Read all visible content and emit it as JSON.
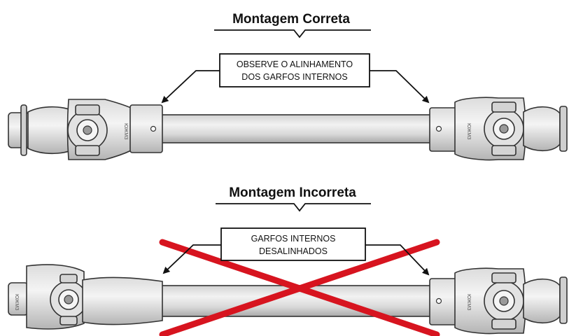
{
  "correct": {
    "heading": "Montagem Correta",
    "callout_line1": "OBSERVE O ALINHAMENTO",
    "callout_line2": "DOS GARFOS INTERNOS",
    "yoke_stamp": "ЮЖМЗ"
  },
  "incorrect": {
    "heading": "Montagem Incorreta",
    "callout_line1": "GARFOS INTERNOS",
    "callout_line2": "DESALINHADOS",
    "yoke_stamp": "ЮЖМЗ"
  },
  "colors": {
    "cross": "#d7141f",
    "metal_light": "#e8e8e8",
    "metal_mid": "#cfcfcf",
    "metal_dark": "#a8a8a8",
    "outline": "#333333"
  },
  "icons": {
    "warning_cross": "red-x-icon",
    "pointer": "arrow-icon"
  }
}
